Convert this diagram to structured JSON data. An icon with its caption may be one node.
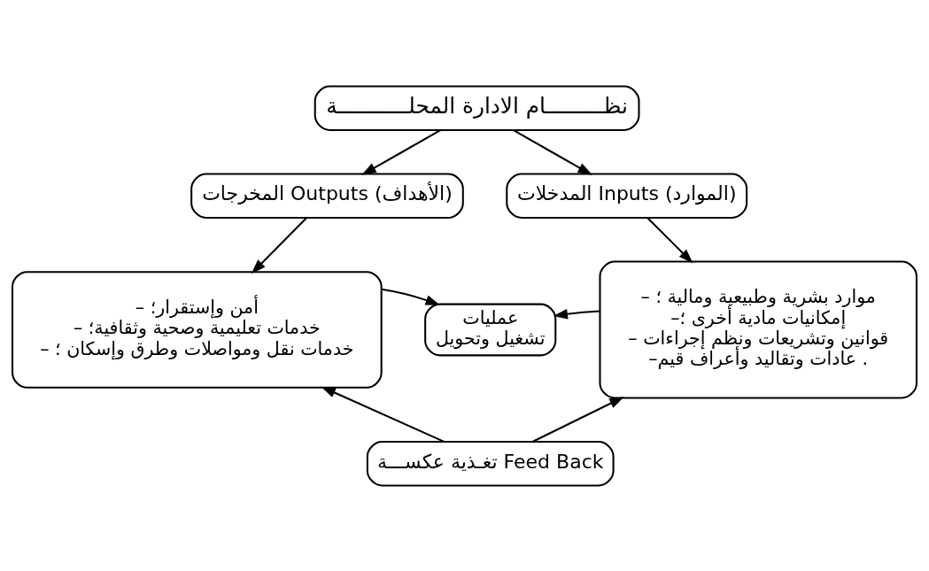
{
  "diagram": {
    "nodes": [
      {
        "text": [
          "نظـــــــــام الادارة المحلـــــــــــة"
        ]
      },
      {
        "text": [
          "المخرجات Outputs (الأهداف)"
        ]
      },
      {
        "text": [
          "المدخلات Inputs (الموارد)"
        ]
      },
      {
        "text": [
          "– أمن وإستقرار؛",
          "– خدمات تعليمية وصحية وثقافية؛",
          "– خدمات نقل ومواصلات وطرق وإسكان ؛"
        ]
      },
      {
        "text": [
          "عمليات",
          "تشغيل وتحويل"
        ]
      },
      {
        "text": [
          "– موارد بشرية وطبيعية ومالية ؛",
          "–إمكانيات مادية أخرى ؛",
          "– قوانين وتشريعات ونظم إجراءات",
          "–عادات وتقاليد وأعراف قيم ."
        ]
      },
      {
        "text": [
          "تغـذية عكســـة Feed Back"
        ]
      }
    ],
    "edges": [
      {
        "from": 0,
        "to": 1,
        "arrow": "to"
      },
      {
        "from": 0,
        "to": 2,
        "arrow": "to"
      },
      {
        "from": 1,
        "to": 3,
        "arrow": "to"
      },
      {
        "from": 2,
        "to": 5,
        "arrow": "to"
      },
      {
        "from": 5,
        "to": 4,
        "arrow": "to"
      },
      {
        "from": 3,
        "to": 4,
        "arrow": "to"
      },
      {
        "from": 6,
        "to": 3,
        "arrow": "to"
      },
      {
        "from": 6,
        "to": 5,
        "arrow": "to"
      }
    ]
  }
}
